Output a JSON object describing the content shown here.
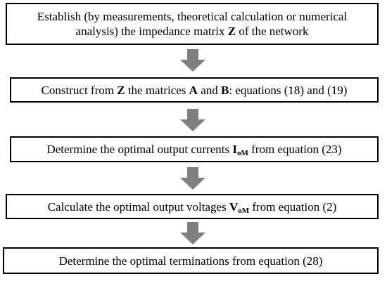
{
  "steps": [
    {
      "segments": [
        {
          "text": "Establish (by measurements, theoretical calculation or numerical"
        },
        {
          "break": true
        },
        {
          "text": "analysis) the impedance matrix "
        },
        {
          "text": "Z",
          "bold": true
        },
        {
          "text": " of the network"
        }
      ]
    },
    {
      "segments": [
        {
          "text": "Construct from "
        },
        {
          "text": "Z",
          "bold": true
        },
        {
          "text": " the matrices "
        },
        {
          "text": "A",
          "bold": true
        },
        {
          "text": " and "
        },
        {
          "text": "B",
          "bold": true
        },
        {
          "text": ": equations (18) and (19)"
        }
      ]
    },
    {
      "segments": [
        {
          "text": "Determine the optimal output currents "
        },
        {
          "text": "I",
          "bold": true
        },
        {
          "text": "oM",
          "sub": true
        },
        {
          "text": " from equation (23)"
        }
      ]
    },
    {
      "segments": [
        {
          "text": "Calculate the optimal output voltages "
        },
        {
          "text": "V",
          "bold": true
        },
        {
          "text": "oM",
          "sub": true
        },
        {
          "text": " from equation (2)"
        }
      ]
    },
    {
      "segments": [
        {
          "text": "Determine the optimal terminations from equation (28)"
        }
      ]
    }
  ],
  "colors": {
    "box_border": "#000000",
    "arrow_fill": "#7f7f7f"
  }
}
